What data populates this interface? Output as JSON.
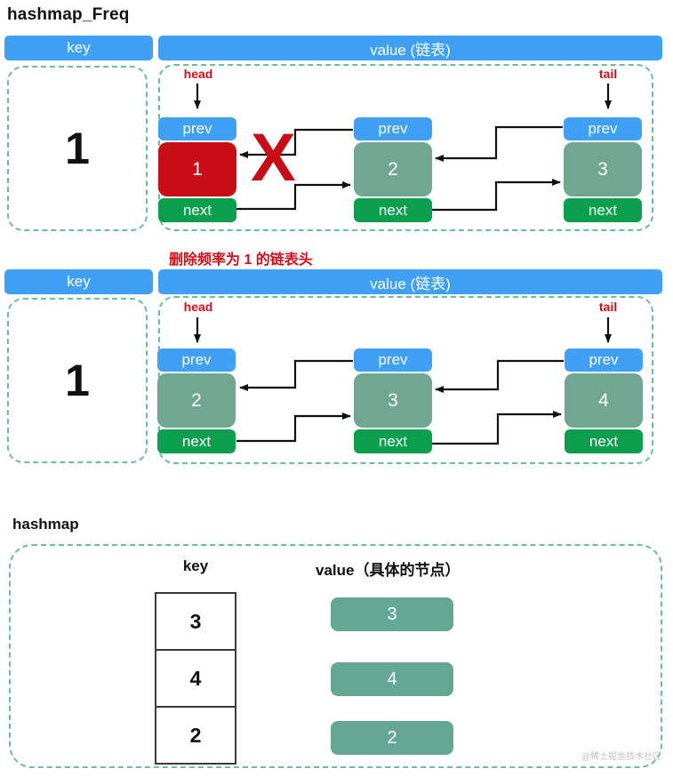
{
  "page_title": "hashmap_Freq",
  "labels": {
    "prev": "prev",
    "next": "next",
    "head": "head",
    "tail": "tail"
  },
  "colors": {
    "header_blue": "#3FA0F4",
    "node_red": "#C90D17",
    "next_green": "#0C9F4D",
    "node_teal": "#6FA791",
    "dashed_border": "#68BE9D",
    "red_text": "#D10F1A"
  },
  "freq_table": {
    "key_header": "key",
    "value_header": "value (链表)",
    "row1": {
      "key": "1",
      "nodes": [
        {
          "value": "1",
          "highlight": "red"
        },
        {
          "value": "2",
          "highlight": "teal"
        },
        {
          "value": "3",
          "highlight": "teal"
        }
      ],
      "delete_mark": "X"
    },
    "caption": "删除频率为 1 的链表头",
    "row2": {
      "key": "1",
      "nodes": [
        {
          "value": "2",
          "highlight": "teal"
        },
        {
          "value": "3",
          "highlight": "teal"
        },
        {
          "value": "4",
          "highlight": "teal"
        }
      ]
    }
  },
  "hashmap_table": {
    "title": "hashmap",
    "key_header": "key",
    "value_header": "value（具体的节点）",
    "rows": [
      {
        "key": "3",
        "value": "3"
      },
      {
        "key": "4",
        "value": "4"
      },
      {
        "key": "2",
        "value": "2"
      }
    ]
  },
  "watermark": "@稀土掘金技术社区"
}
